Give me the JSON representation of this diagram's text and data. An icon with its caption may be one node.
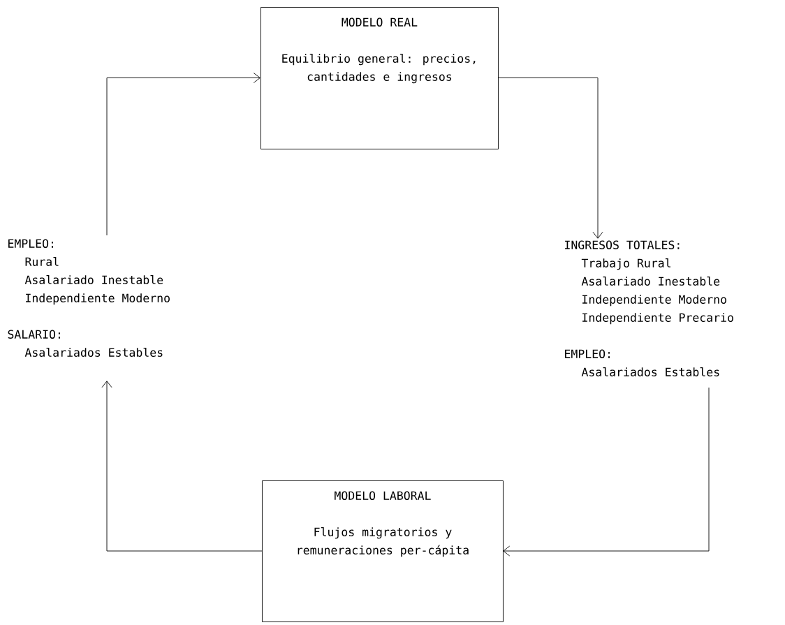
{
  "diagram": {
    "nodes": [
      {
        "text": [
          "MODELO REAL",
          "Equilibrio general: precios, cantidades e ingresos"
        ]
      },
      {
        "text": [
          "INGRESOS TOTALES:",
          "Trabajo Rural",
          "Asalariado Inestable",
          "Independiente Moderno",
          "Independiente Precario",
          "EMPLEO:",
          "Asalariados Estables"
        ]
      },
      {
        "text": [
          "MODELO LABORAL",
          "Flujos migratorios y remuneraciones per-cápita"
        ]
      },
      {
        "text": [
          "EMPLEO:",
          "Rural",
          "Asalariado Inestable",
          "Independiente Moderno",
          "SALARIO:",
          "Asalariados Estables"
        ]
      }
    ],
    "edges": [
      {
        "from": 0,
        "to": 1,
        "arrow": "to"
      },
      {
        "from": 1,
        "to": 2,
        "arrow": "to"
      },
      {
        "from": 2,
        "to": 3,
        "arrow": "to"
      },
      {
        "from": 3,
        "to": 0,
        "arrow": "to"
      }
    ]
  }
}
